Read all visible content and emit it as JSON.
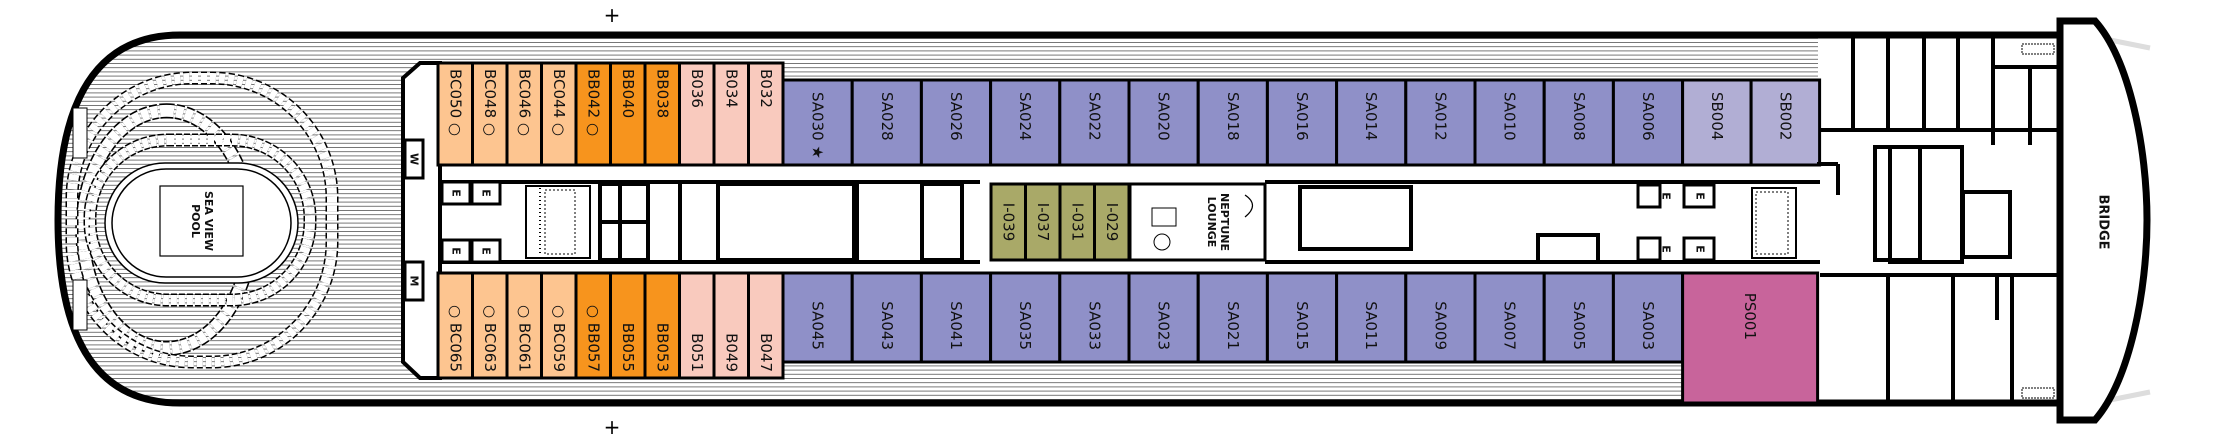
{
  "deck_plan": {
    "colors": {
      "BC": "#fdc590",
      "BB": "#f7941d",
      "B": "#f9cabe",
      "SA": "#8f90c8",
      "SB": "#b1aed4",
      "PS": "#c8649b",
      "I": "#a9a968"
    },
    "port_row": [
      {
        "id": "BC050",
        "cat": "BC",
        "marker": "○"
      },
      {
        "id": "BC048",
        "cat": "BC",
        "marker": "○"
      },
      {
        "id": "BC046",
        "cat": "BC",
        "marker": "○"
      },
      {
        "id": "BC044",
        "cat": "BC",
        "marker": "○"
      },
      {
        "id": "BB042",
        "cat": "BB",
        "marker": "○"
      },
      {
        "id": "BB040",
        "cat": "BB",
        "marker": ""
      },
      {
        "id": "BB038",
        "cat": "BB",
        "marker": ""
      },
      {
        "id": "B036",
        "cat": "B",
        "marker": ""
      },
      {
        "id": "B034",
        "cat": "B",
        "marker": ""
      },
      {
        "id": "B032",
        "cat": "B",
        "marker": ""
      },
      {
        "id": "SA030",
        "cat": "SA",
        "marker": "★"
      },
      {
        "id": "SA028",
        "cat": "SA",
        "marker": ""
      },
      {
        "id": "SA026",
        "cat": "SA",
        "marker": ""
      },
      {
        "id": "SA024",
        "cat": "SA",
        "marker": ""
      },
      {
        "id": "SA022",
        "cat": "SA",
        "marker": ""
      },
      {
        "id": "SA020",
        "cat": "SA",
        "marker": ""
      },
      {
        "id": "SA018",
        "cat": "SA",
        "marker": ""
      },
      {
        "id": "SA016",
        "cat": "SA",
        "marker": ""
      },
      {
        "id": "SA014",
        "cat": "SA",
        "marker": ""
      },
      {
        "id": "SA012",
        "cat": "SA",
        "marker": ""
      },
      {
        "id": "SA010",
        "cat": "SA",
        "marker": ""
      },
      {
        "id": "SA008",
        "cat": "SA",
        "marker": ""
      },
      {
        "id": "SA006",
        "cat": "SA",
        "marker": ""
      },
      {
        "id": "SB004",
        "cat": "SB",
        "marker": ""
      },
      {
        "id": "SB002",
        "cat": "SB",
        "marker": ""
      }
    ],
    "starboard_row": [
      {
        "id": "BC065",
        "cat": "BC",
        "marker": "○"
      },
      {
        "id": "BC063",
        "cat": "BC",
        "marker": "○"
      },
      {
        "id": "BC061",
        "cat": "BC",
        "marker": "○"
      },
      {
        "id": "BC059",
        "cat": "BC",
        "marker": "○"
      },
      {
        "id": "BB057",
        "cat": "BB",
        "marker": "○"
      },
      {
        "id": "BB055",
        "cat": "BB",
        "marker": ""
      },
      {
        "id": "BB053",
        "cat": "BB",
        "marker": ""
      },
      {
        "id": "B051",
        "cat": "B",
        "marker": ""
      },
      {
        "id": "B049",
        "cat": "B",
        "marker": ""
      },
      {
        "id": "B047",
        "cat": "B",
        "marker": ""
      },
      {
        "id": "SA045",
        "cat": "SA",
        "marker": ""
      },
      {
        "id": "SA043",
        "cat": "SA",
        "marker": ""
      },
      {
        "id": "SA041",
        "cat": "SA",
        "marker": ""
      },
      {
        "id": "SA035",
        "cat": "SA",
        "marker": ""
      },
      {
        "id": "SA033",
        "cat": "SA",
        "marker": ""
      },
      {
        "id": "SA023",
        "cat": "SA",
        "marker": ""
      },
      {
        "id": "SA021",
        "cat": "SA",
        "marker": ""
      },
      {
        "id": "SA015",
        "cat": "SA",
        "marker": ""
      },
      {
        "id": "SA011",
        "cat": "SA",
        "marker": ""
      },
      {
        "id": "SA009",
        "cat": "SA",
        "marker": ""
      },
      {
        "id": "SA007",
        "cat": "SA",
        "marker": ""
      },
      {
        "id": "SA005",
        "cat": "SA",
        "marker": ""
      },
      {
        "id": "SA003",
        "cat": "SA",
        "marker": ""
      },
      {
        "id": "PS001",
        "cat": "PS",
        "marker": ""
      }
    ],
    "interior_cabins": [
      {
        "id": "I-039",
        "cat": "I"
      },
      {
        "id": "I-037",
        "cat": "I"
      },
      {
        "id": "I-031",
        "cat": "I"
      },
      {
        "id": "I-029",
        "cat": "I"
      }
    ],
    "pool": {
      "line1": "SEA VIEW",
      "line2": "POOL"
    },
    "lounge": {
      "line1": "NEPTUNE",
      "line2": "LOUNGE"
    },
    "bridge": "BRIDGE",
    "restrooms": {
      "women": "W",
      "men": "M"
    },
    "elevator": "E",
    "plus_marker": "+"
  }
}
